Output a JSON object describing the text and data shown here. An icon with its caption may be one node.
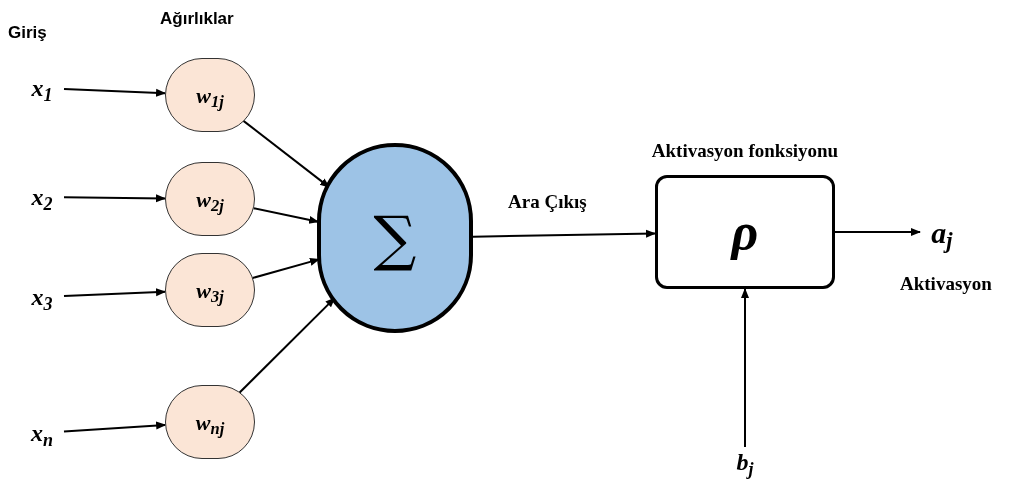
{
  "diagram": {
    "nodes": [
      {
        "text": [
          "x$_{1}$"
        ]
      },
      {
        "text": [
          "x$_{2}$"
        ]
      },
      {
        "text": [
          "x$_{3}$"
        ]
      },
      {
        "text": [
          "x$_{n}$"
        ]
      },
      {
        "text": [
          "w$_{1j}$"
        ]
      },
      {
        "text": [
          "w$_{2j}$"
        ]
      },
      {
        "text": [
          "w$_{3j}$"
        ]
      },
      {
        "text": [
          "w$_{nj}$"
        ]
      },
      {
        "text": [
          "∑"
        ]
      },
      {
        "text": [
          "Aktivasyon fonksiyonu",
          "ρ"
        ]
      },
      {
        "text": [
          "a$_{j}$"
        ],
        "beside": [
          "Aktivasyon"
        ]
      },
      {
        "text": [
          "b$_{j}$"
        ]
      }
    ],
    "edges": [
      {
        "from": 0,
        "to": 4,
        "arrow": "to"
      },
      {
        "from": 1,
        "to": 5,
        "arrow": "to"
      },
      {
        "from": 2,
        "to": 6,
        "arrow": "to"
      },
      {
        "from": 3,
        "to": 7,
        "arrow": "to"
      },
      {
        "from": 4,
        "to": 8,
        "arrow": "to"
      },
      {
        "from": 5,
        "to": 8,
        "arrow": "to"
      },
      {
        "from": 6,
        "to": 8,
        "arrow": "to"
      },
      {
        "from": 7,
        "to": 8,
        "arrow": "to"
      },
      {
        "from": 8,
        "to": 9,
        "arrow": "to",
        "label": "Ara Çıkış"
      },
      {
        "from": 9,
        "to": 10,
        "arrow": "to"
      },
      {
        "from": 11,
        "to": 9,
        "arrow": "to"
      }
    ],
    "labels": [
      "Giriş",
      "Ağırlıklar"
    ]
  }
}
